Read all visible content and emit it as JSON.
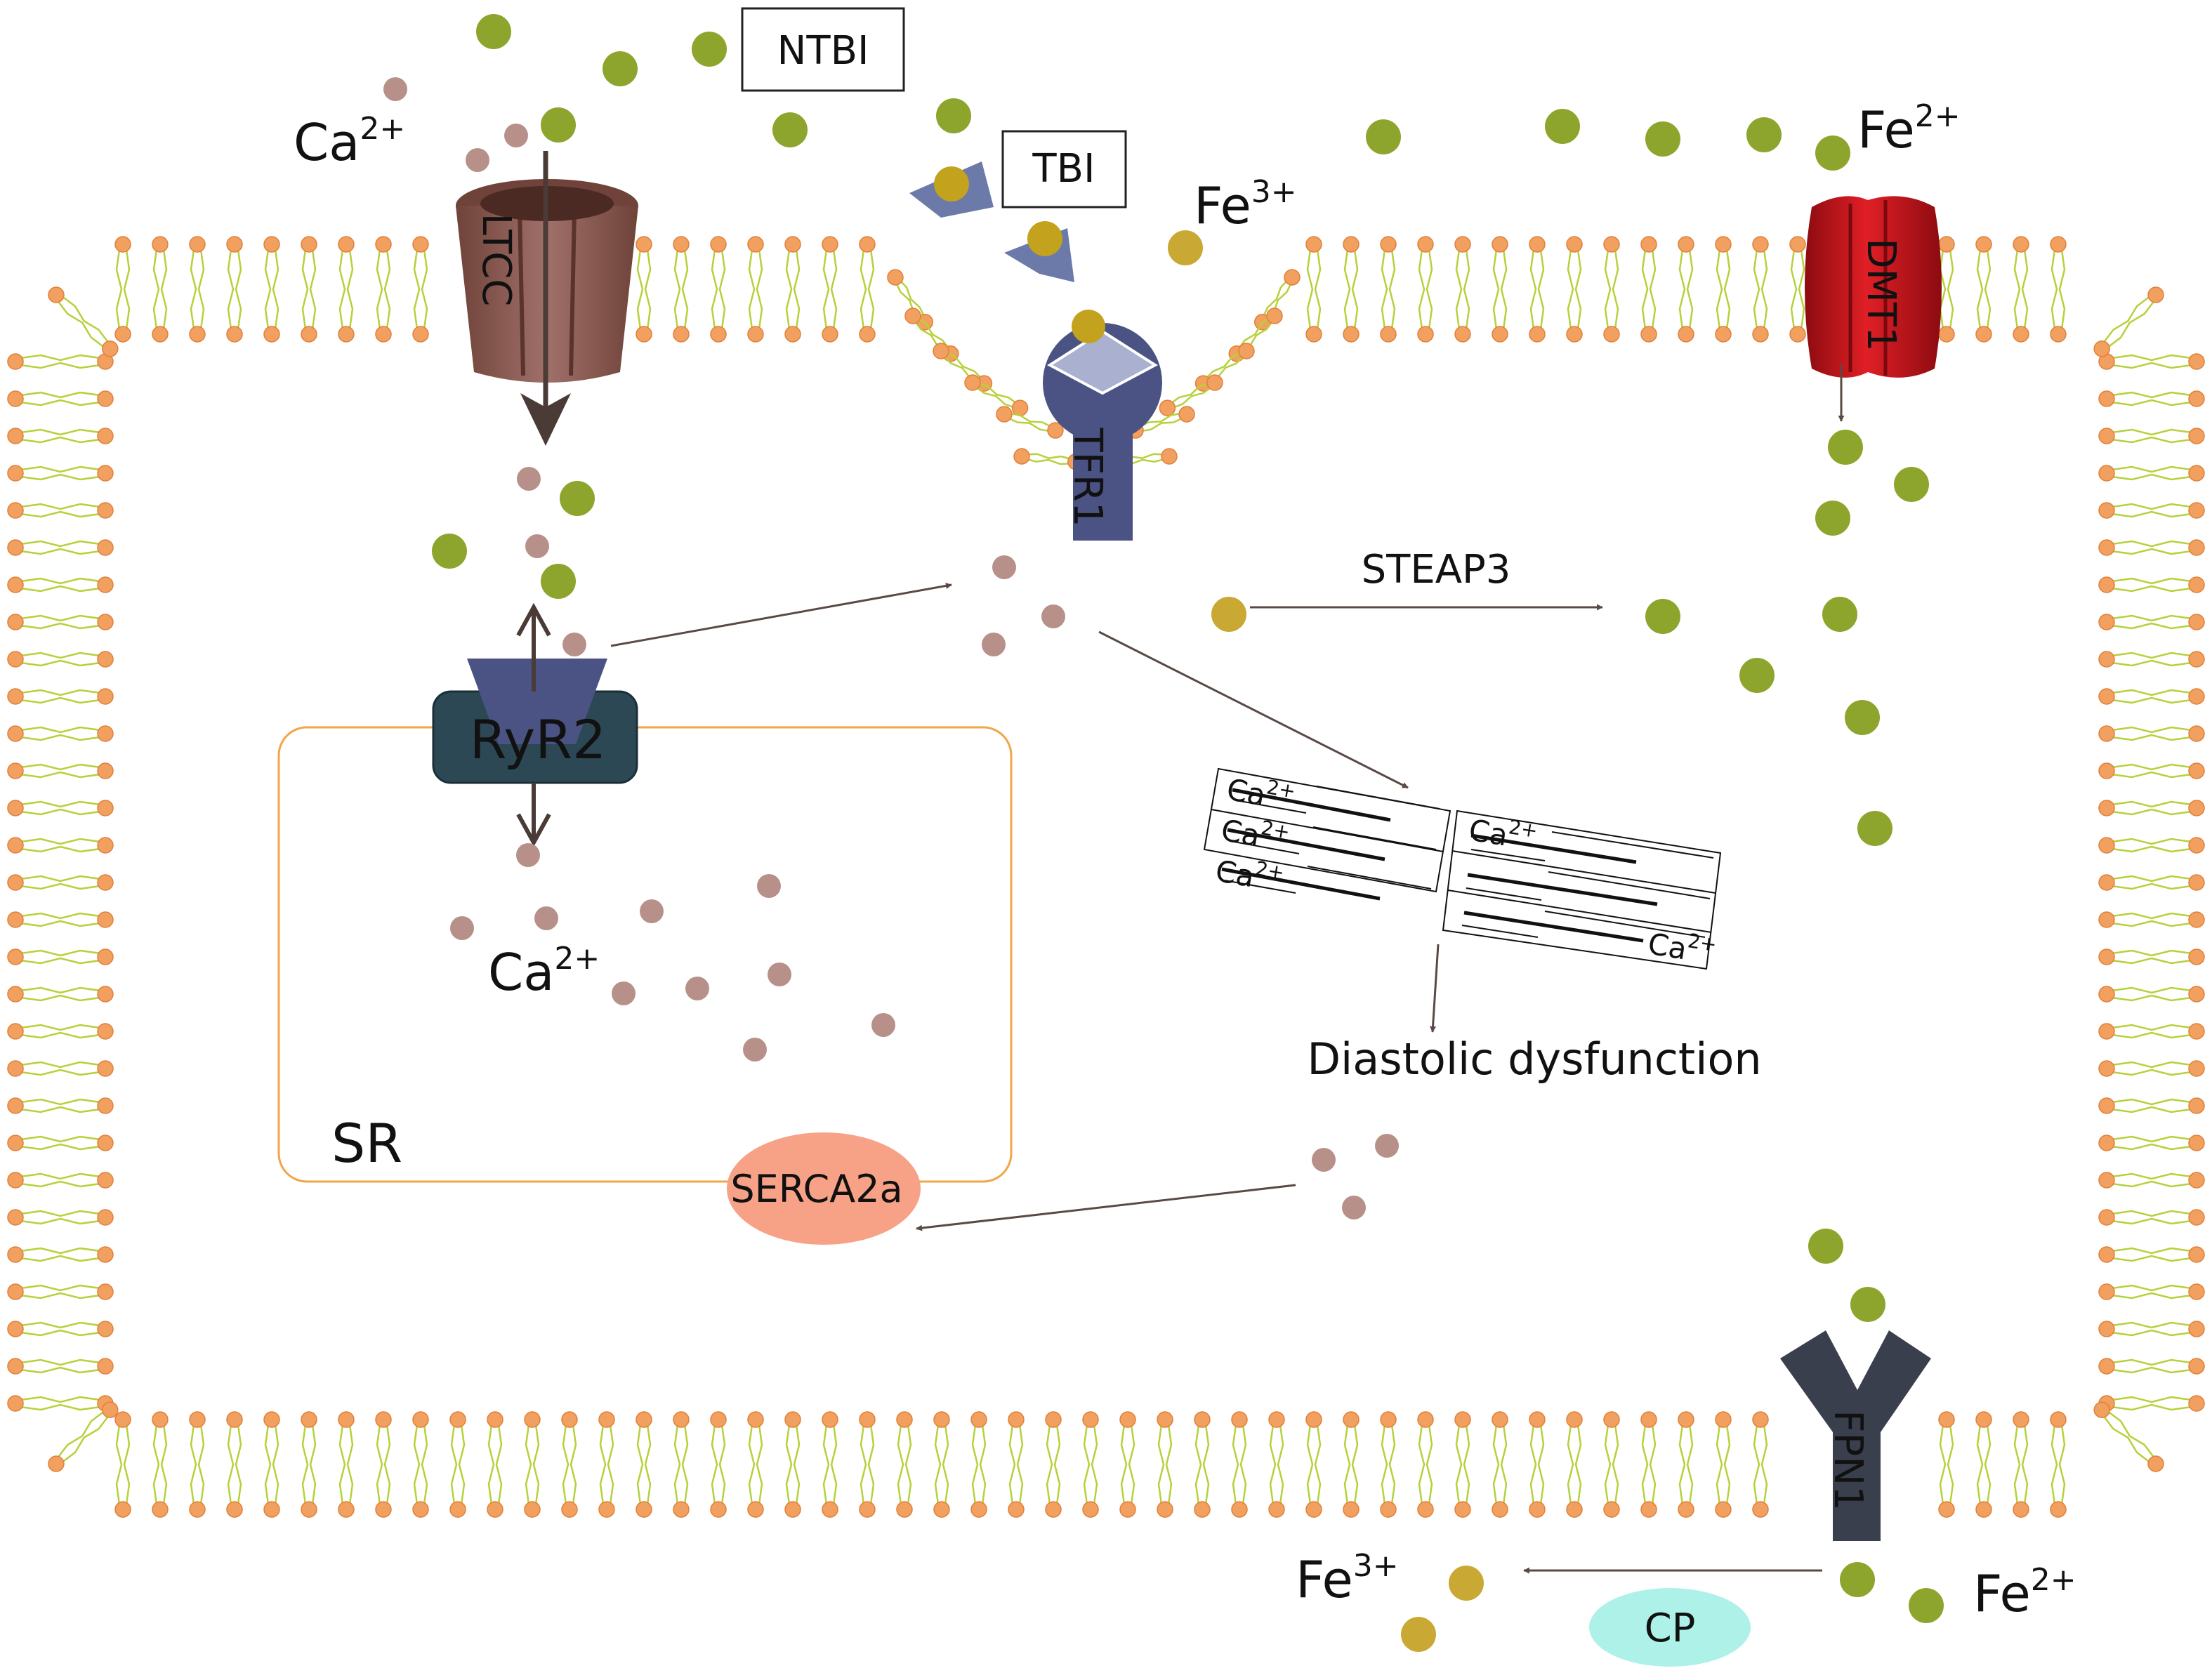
{
  "labels": {
    "ca_top": "Ca",
    "ca_top_sup": "2+",
    "ntbi": "NTBI",
    "tbi": "TBI",
    "fe3_top": "Fe",
    "fe3_top_sup": "3+",
    "fe2_top": "Fe",
    "fe2_top_sup": "2+",
    "ltcc": "LTCC",
    "tfr1": "TFR1",
    "dmt1": "DMT1",
    "ryr2": "RyR2",
    "ca_sr": "Ca",
    "ca_sr_sup": "2+",
    "sr": "SR",
    "serca": "SERCA2a",
    "steap3": "STEAP3",
    "diastolic": "Diastolic dysfunction",
    "sarc_ca": "Ca",
    "sarc_ca_sup": "2+",
    "fpn1": "FPN1",
    "fe3_bottom": "Fe",
    "fe3_bottom_sup": "3+",
    "cp": "CP",
    "fe2_bottom": "Fe",
    "fe2_bottom_sup": "2+"
  },
  "colors": {
    "ferrous_iron": "#8da52c",
    "ferric_iron": "#c9a834",
    "calcium": "#b79189",
    "lipid_head": "#f2a05f",
    "lipid_tail": "#b6d13a",
    "ltcc": "#8a5a50",
    "tfr1": "#4b5384",
    "dmt1": "#c4161c",
    "ryr2": "#2d4855",
    "serca": "#f7a287",
    "cp": "#aef1e9",
    "fpn1": "#3a3f4d",
    "sr_outline": "#f0a64a"
  }
}
